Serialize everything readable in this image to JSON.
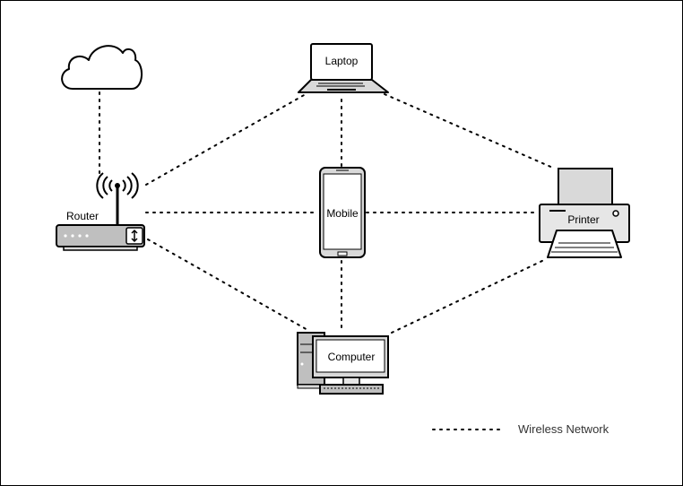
{
  "diagram": {
    "nodes": {
      "laptop": "Laptop",
      "router": "Router",
      "mobile": "Mobile",
      "printer": "Printer",
      "computer": "Computer"
    },
    "legend": {
      "wireless": "Wireless Network"
    },
    "links": [
      [
        "cloud",
        "router"
      ],
      [
        "router",
        "laptop"
      ],
      [
        "router",
        "mobile"
      ],
      [
        "router",
        "computer"
      ],
      [
        "laptop",
        "mobile"
      ],
      [
        "laptop",
        "printer"
      ],
      [
        "mobile",
        "printer"
      ],
      [
        "mobile",
        "computer"
      ],
      [
        "computer",
        "printer"
      ]
    ]
  }
}
